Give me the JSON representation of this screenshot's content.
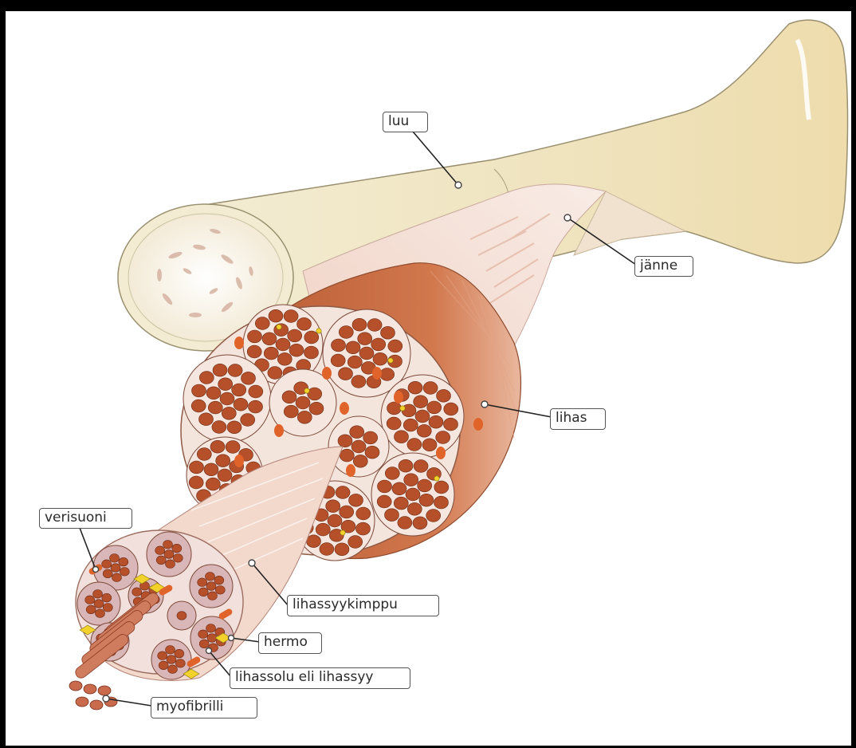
{
  "labels": {
    "luu": "luu",
    "janne": "jänne",
    "lihas": "lihas",
    "verisuoni": "verisuoni",
    "lihassyykimppu": "lihassyykimppu",
    "hermo": "hermo",
    "lihassolu": "lihassolu eli lihassyy",
    "myofibrilli": "myofibrilli"
  },
  "colors": {
    "bone": "#f2e9c8",
    "tendon": "#f3ddd3",
    "muscle": "#c8683f",
    "fiber": "#b5502a",
    "vessel": "#e0632a",
    "nerve": "#f1d12a",
    "perimysium": "#d9b6b8"
  }
}
